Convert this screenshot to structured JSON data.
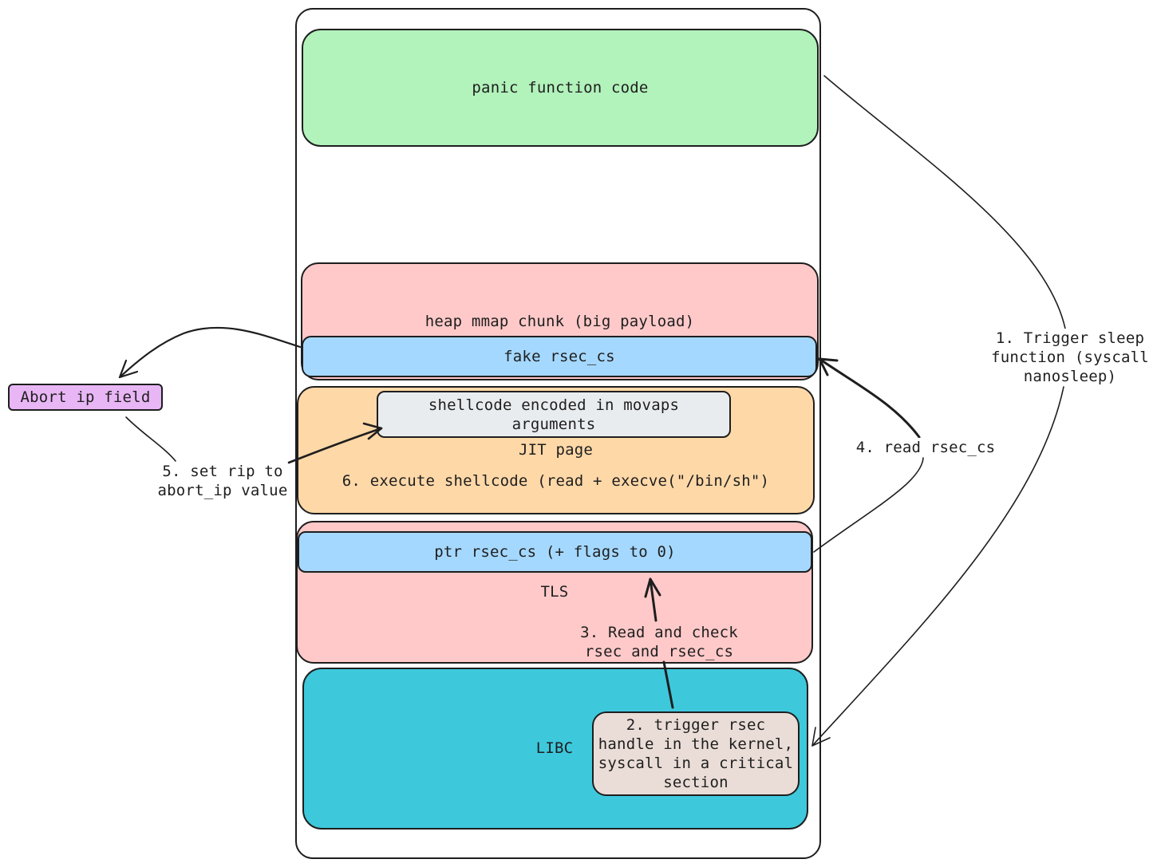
{
  "diagram": {
    "blocks": {
      "panic": "panic function code",
      "heap": "heap mmap chunk (big payload)",
      "fake_rsec": "fake rsec_cs",
      "shellcode": "shellcode encoded in movaps\narguments",
      "jit": "JIT page",
      "execute": "6. execute shellcode (read + execve(\"/bin/sh\")",
      "ptr_rsec": "ptr rsec_cs (+ flags to 0)",
      "tls": "TLS",
      "libc": "LIBC",
      "trigger_rsec": "2. trigger rsec\nhandle in the kernel,\nsyscall in a critical\nsection",
      "abort_ip": "Abort ip field"
    },
    "steps": {
      "step1": "1. Trigger sleep\nfunction (syscall\nnanosleep)",
      "step3": "3. Read and check\nrsec and rsec_cs",
      "step4": "4. read rsec_cs",
      "step5": "5. set rip to\nabort_ip value"
    },
    "colors": {
      "panic": "#b2f2bb",
      "heap": "#ffc9c9",
      "rsec": "#a5d8ff",
      "jit": "#ffd8a8",
      "shellcode": "#e9ecef",
      "tls": "#ffc9c9",
      "libc": "#3ec8dc",
      "trigger": "#eaddd7",
      "abort": "#e8b6f5",
      "stroke": "#1e1e1e"
    }
  }
}
